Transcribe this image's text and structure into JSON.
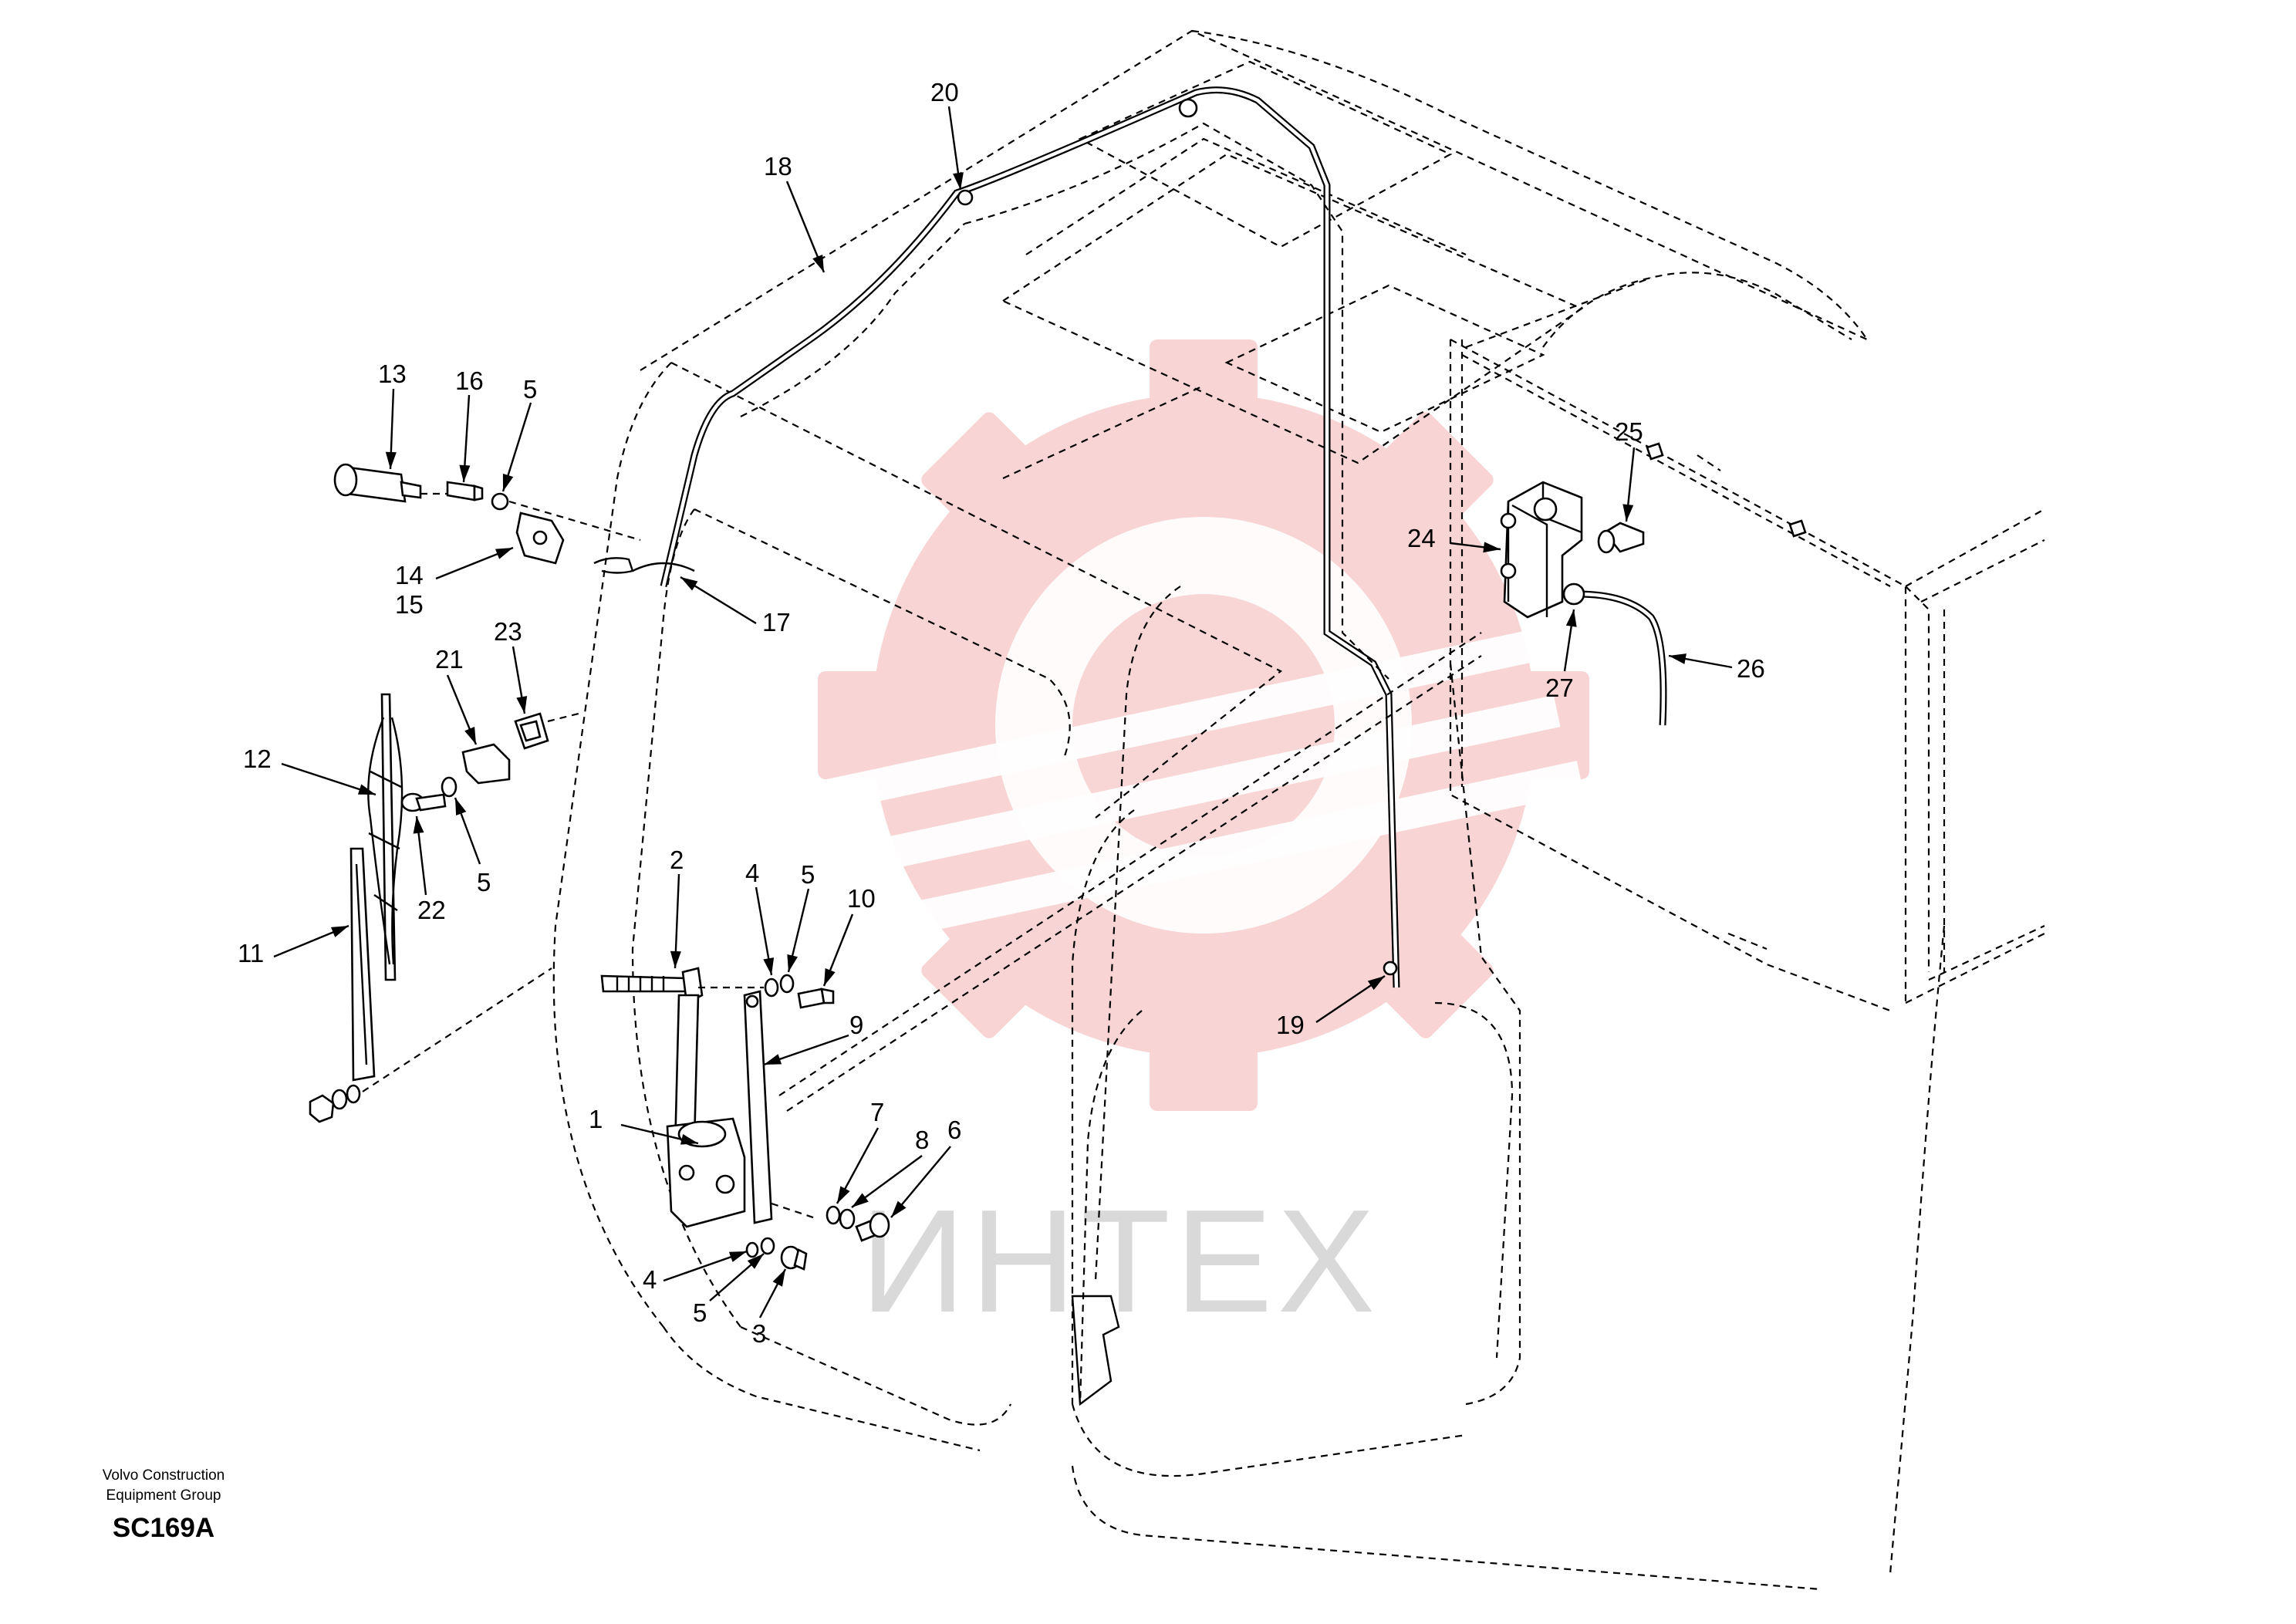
{
  "diagram": {
    "callouts": [
      {
        "id": "c1",
        "label": "1"
      },
      {
        "id": "c2",
        "label": "2"
      },
      {
        "id": "c3",
        "label": "3"
      },
      {
        "id": "c4a",
        "label": "4"
      },
      {
        "id": "c4b",
        "label": "4"
      },
      {
        "id": "c5a",
        "label": "5"
      },
      {
        "id": "c5b",
        "label": "5"
      },
      {
        "id": "c5c",
        "label": "5"
      },
      {
        "id": "c5d",
        "label": "5"
      },
      {
        "id": "c6",
        "label": "6"
      },
      {
        "id": "c7",
        "label": "7"
      },
      {
        "id": "c8",
        "label": "8"
      },
      {
        "id": "c9",
        "label": "9"
      },
      {
        "id": "c10",
        "label": "10"
      },
      {
        "id": "c11",
        "label": "11"
      },
      {
        "id": "c12",
        "label": "12"
      },
      {
        "id": "c13",
        "label": "13"
      },
      {
        "id": "c14",
        "label": "14"
      },
      {
        "id": "c15",
        "label": "15"
      },
      {
        "id": "c16",
        "label": "16"
      },
      {
        "id": "c17",
        "label": "17"
      },
      {
        "id": "c18",
        "label": "18"
      },
      {
        "id": "c19",
        "label": "19"
      },
      {
        "id": "c20",
        "label": "20"
      },
      {
        "id": "c21",
        "label": "21"
      },
      {
        "id": "c22",
        "label": "22"
      },
      {
        "id": "c23",
        "label": "23"
      },
      {
        "id": "c24",
        "label": "24"
      },
      {
        "id": "c25",
        "label": "25"
      },
      {
        "id": "c26",
        "label": "26"
      },
      {
        "id": "c27",
        "label": "27"
      }
    ],
    "watermark_text": "ИНТЕХ",
    "watermark_color": "#f6c6c6"
  },
  "footer": {
    "company_line1": "Volvo Construction",
    "company_line2": "Equipment Group",
    "code": "SC169A"
  }
}
